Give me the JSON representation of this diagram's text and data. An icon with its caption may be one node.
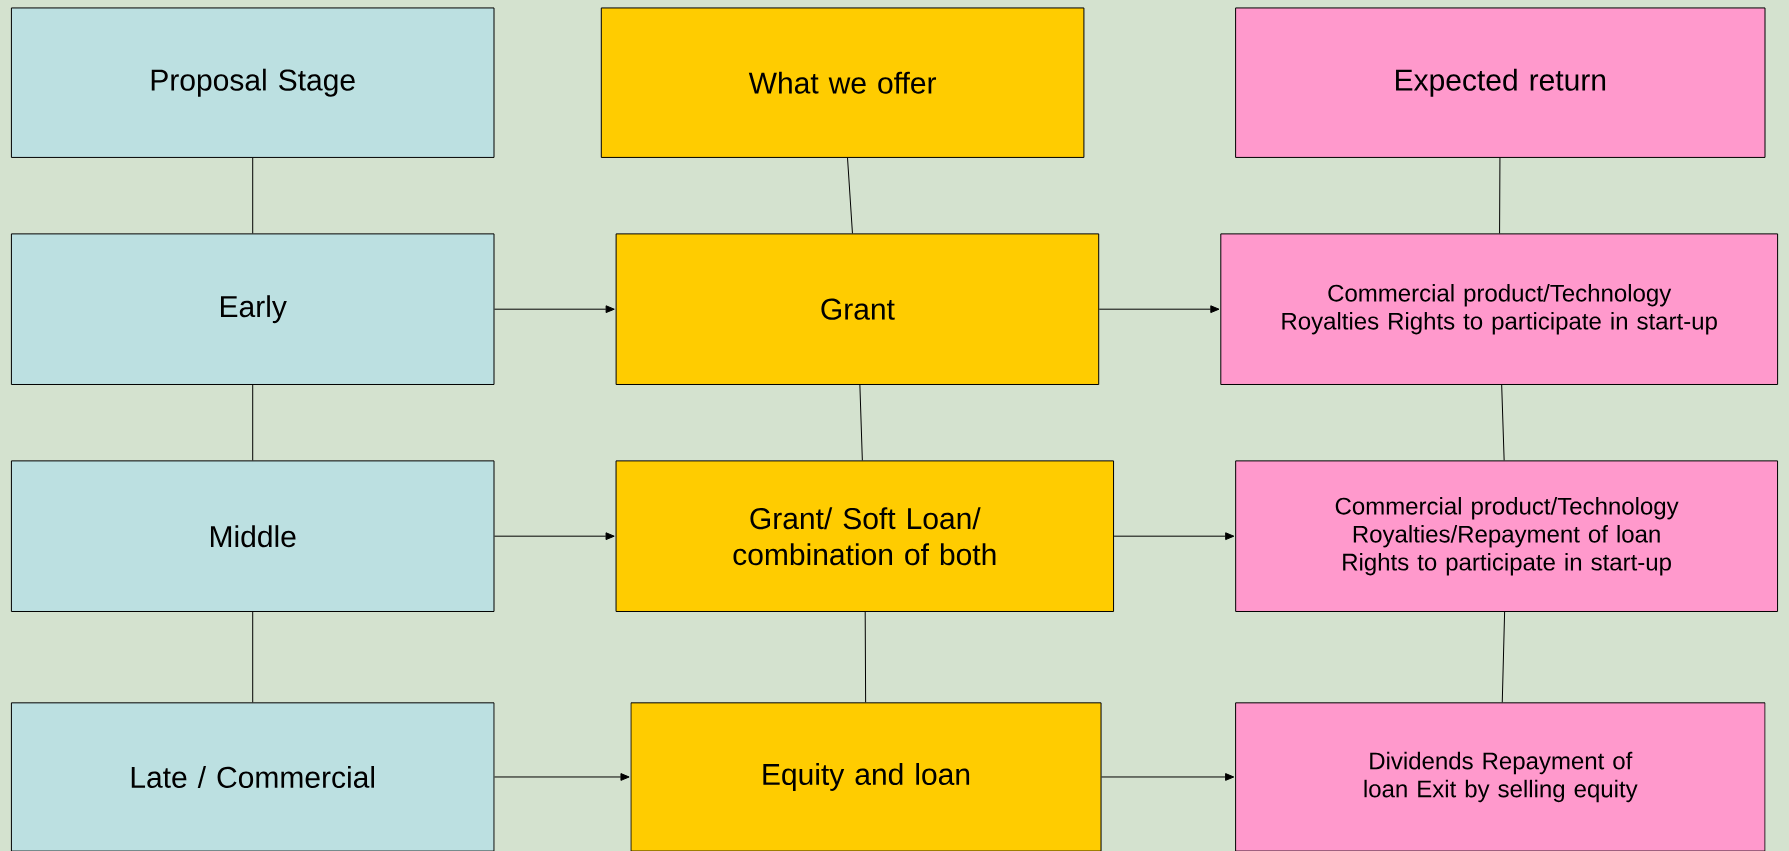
{
  "diagram": {
    "nodes": [
      {
        "text": [
          "Proposal Stage"
        ]
      },
      {
        "text": [
          "What we offer"
        ]
      },
      {
        "text": [
          "Expected return"
        ]
      },
      {
        "text": [
          "Early"
        ]
      },
      {
        "text": [
          "Grant"
        ]
      },
      {
        "text": [
          "Commercial product/Technology Royalties Rights to participate in start-up"
        ]
      },
      {
        "text": [
          "Middle"
        ]
      },
      {
        "text": [
          "Grant/ Soft Loan/ combination of both"
        ]
      },
      {
        "text": [
          "Commercial product/Technology Royalties/Repayment of loan Rights to participate in start-up"
        ]
      },
      {
        "text": [
          "Late / Commercial"
        ]
      },
      {
        "text": [
          "Equity and loan"
        ]
      },
      {
        "text": [
          "Dividends Repayment of loan Exit by selling equity"
        ]
      }
    ],
    "edges": [
      {
        "from": 0,
        "to": 3,
        "arrow": "none"
      },
      {
        "from": 3,
        "to": 6,
        "arrow": "none"
      },
      {
        "from": 6,
        "to": 9,
        "arrow": "none"
      },
      {
        "from": 1,
        "to": 4,
        "arrow": "none"
      },
      {
        "from": 4,
        "to": 7,
        "arrow": "none"
      },
      {
        "from": 7,
        "to": 10,
        "arrow": "none"
      },
      {
        "from": 2,
        "to": 5,
        "arrow": "none"
      },
      {
        "from": 5,
        "to": 8,
        "arrow": "none"
      },
      {
        "from": 8,
        "to": 11,
        "arrow": "none"
      },
      {
        "from": 3,
        "to": 4,
        "arrow": "to"
      },
      {
        "from": 4,
        "to": 5,
        "arrow": "to"
      },
      {
        "from": 6,
        "to": 7,
        "arrow": "to"
      },
      {
        "from": 7,
        "to": 8,
        "arrow": "to"
      },
      {
        "from": 9,
        "to": 10,
        "arrow": "to"
      },
      {
        "from": 10,
        "to": 11,
        "arrow": "to"
      }
    ]
  }
}
